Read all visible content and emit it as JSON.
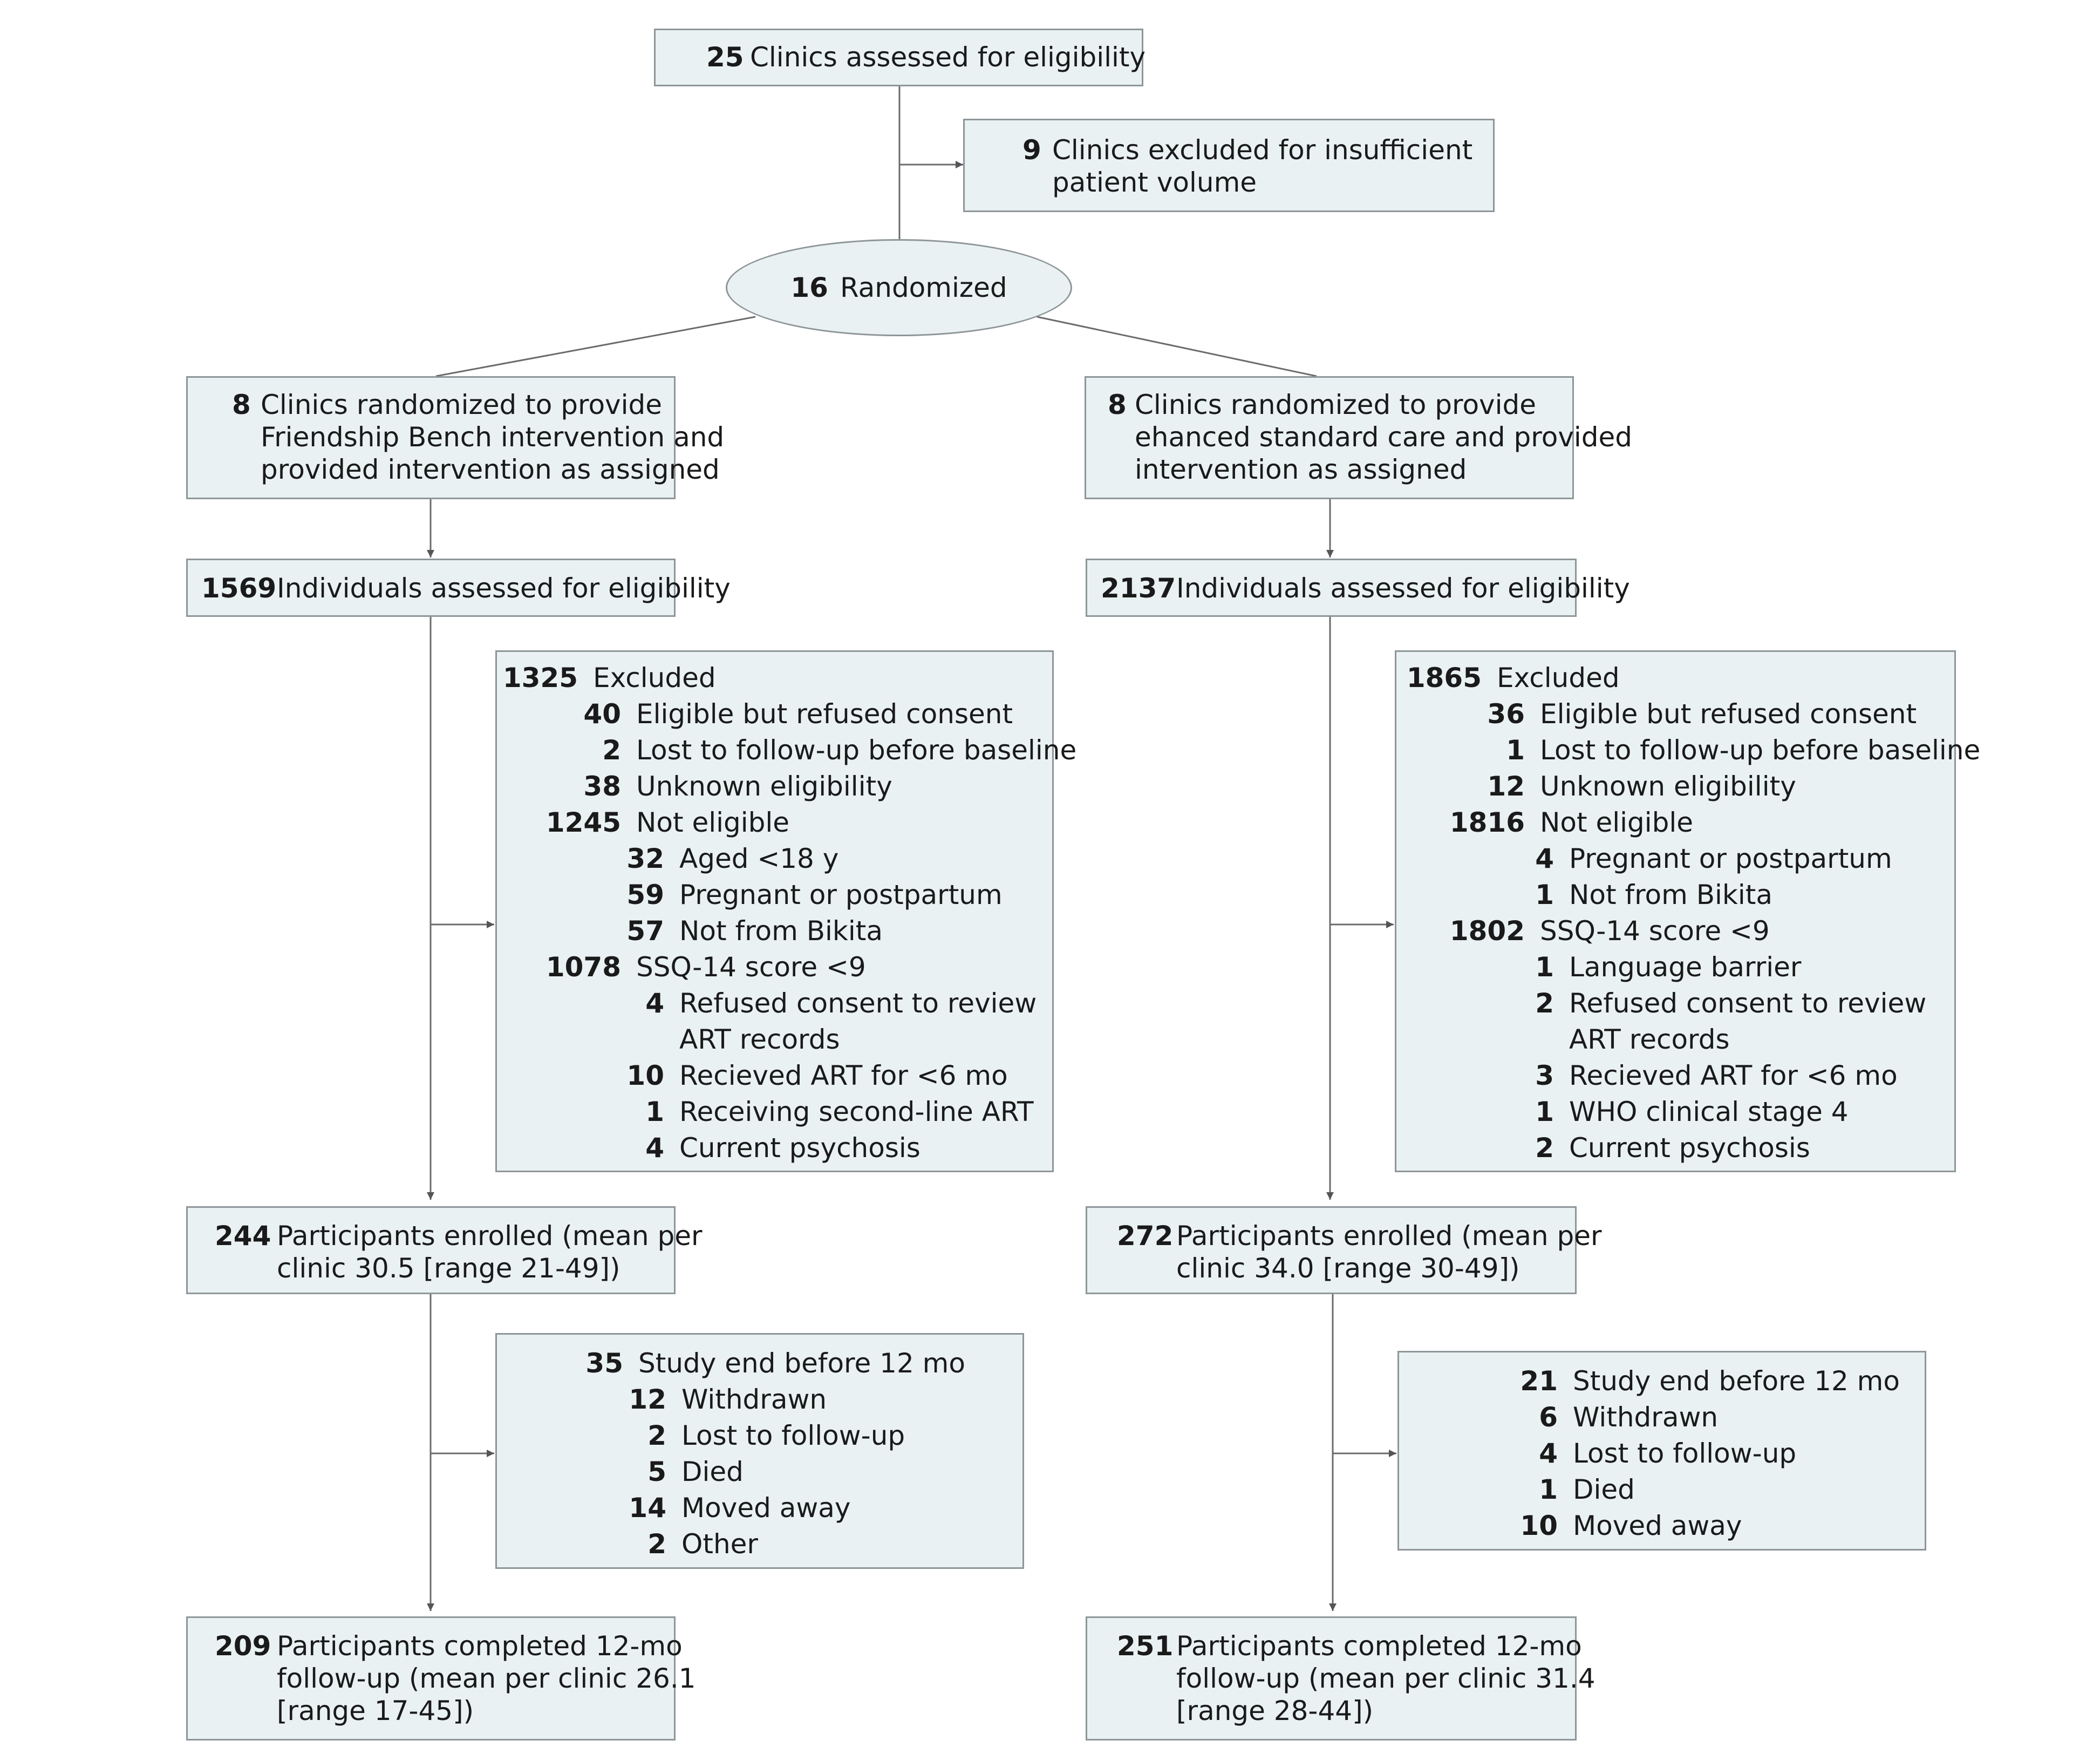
{
  "nodes": {
    "assessed": {
      "n": "25",
      "lines": [
        "Clinics assessed for eligibility"
      ]
    },
    "excluded": {
      "n": "9",
      "lines": [
        "Clinics excluded for insufficient",
        "patient volume"
      ]
    },
    "randomized": {
      "n": "16",
      "label": "Randomized"
    },
    "fb_arm": {
      "n": "8",
      "lines": [
        "Clinics randomized to provide",
        "Friendship Bench intervention and",
        "provided intervention as assigned"
      ]
    },
    "sc_arm": {
      "n": "8",
      "lines": [
        "Clinics randomized to provide",
        "ehanced standard care and provided",
        "intervention as assigned"
      ]
    },
    "fb_individuals": {
      "n": "1569",
      "lines": [
        "Individuals assessed for eligibility"
      ]
    },
    "sc_individuals": {
      "n": "2137",
      "lines": [
        "Individuals assessed for eligibility"
      ]
    },
    "fb_enrolled": {
      "n": "244",
      "lines": [
        "Participants enrolled (mean per",
        "clinic 30.5 [range 21-49])"
      ]
    },
    "sc_enrolled": {
      "n": "272",
      "lines": [
        "Participants enrolled (mean per",
        "clinic 34.0 [range 30-49])"
      ]
    },
    "fb_completed": {
      "n": "209",
      "lines": [
        "Participants completed 12-mo",
        "follow-up (mean per clinic 26.1",
        "[range 17-45])"
      ]
    },
    "sc_completed": {
      "n": "251",
      "lines": [
        "Participants completed 12-mo",
        "follow-up (mean per clinic 31.4",
        "[range 28-44])"
      ]
    }
  },
  "fb_exclusions": [
    {
      "n": "1325",
      "lines": [
        "Excluded"
      ],
      "level": 0
    },
    {
      "n": "40",
      "lines": [
        "Eligible but refused consent"
      ],
      "level": 1
    },
    {
      "n": "2",
      "lines": [
        "Lost to follow-up before baseline"
      ],
      "level": 1
    },
    {
      "n": "38",
      "lines": [
        "Unknown eligibility"
      ],
      "level": 1
    },
    {
      "n": "1245",
      "lines": [
        "Not eligible"
      ],
      "level": 1
    },
    {
      "n": "32",
      "lines": [
        "Aged <18 y"
      ],
      "level": 2
    },
    {
      "n": "59",
      "lines": [
        "Pregnant or postpartum"
      ],
      "level": 2
    },
    {
      "n": "57",
      "lines": [
        "Not from Bikita"
      ],
      "level": 2
    },
    {
      "n": "1078",
      "lines": [
        "SSQ-14 score <9"
      ],
      "level": 1
    },
    {
      "n": "4",
      "lines": [
        "Refused consent to review",
        "ART records"
      ],
      "level": 2
    },
    {
      "n": "10",
      "lines": [
        "Recieved ART for <6 mo"
      ],
      "level": 2
    },
    {
      "n": "1",
      "lines": [
        "Receiving second-line ART"
      ],
      "level": 2
    },
    {
      "n": "4",
      "lines": [
        "Current psychosis"
      ],
      "level": 2
    }
  ],
  "sc_exclusions": [
    {
      "n": "1865",
      "lines": [
        "Excluded"
      ],
      "level": 0
    },
    {
      "n": "36",
      "lines": [
        "Eligible but refused consent"
      ],
      "level": 1
    },
    {
      "n": "1",
      "lines": [
        "Lost to follow-up before baseline"
      ],
      "level": 1
    },
    {
      "n": "12",
      "lines": [
        "Unknown eligibility"
      ],
      "level": 1
    },
    {
      "n": "1816",
      "lines": [
        "Not eligible"
      ],
      "level": 1
    },
    {
      "n": "4",
      "lines": [
        "Pregnant or postpartum"
      ],
      "level": 2
    },
    {
      "n": "1",
      "lines": [
        "Not from Bikita"
      ],
      "level": 2
    },
    {
      "n": "1802",
      "lines": [
        "SSQ-14 score <9"
      ],
      "level": 1
    },
    {
      "n": "1",
      "lines": [
        "Language barrier"
      ],
      "level": 2
    },
    {
      "n": "2",
      "lines": [
        "Refused consent to review",
        "ART records"
      ],
      "level": 2
    },
    {
      "n": "3",
      "lines": [
        "Recieved ART for <6 mo"
      ],
      "level": 2
    },
    {
      "n": "1",
      "lines": [
        "WHO clinical stage 4"
      ],
      "level": 2
    },
    {
      "n": "2",
      "lines": [
        "Current psychosis"
      ],
      "level": 2
    }
  ],
  "fb_followup": [
    {
      "n": "35",
      "lines": [
        "Study end before 12 mo"
      ],
      "level": 0
    },
    {
      "n": "12",
      "lines": [
        "Withdrawn"
      ],
      "level": 1
    },
    {
      "n": "2",
      "lines": [
        "Lost to follow-up"
      ],
      "level": 1
    },
    {
      "n": "5",
      "lines": [
        "Died"
      ],
      "level": 1
    },
    {
      "n": "14",
      "lines": [
        "Moved away"
      ],
      "level": 1
    },
    {
      "n": "2",
      "lines": [
        "Other"
      ],
      "level": 1
    }
  ],
  "sc_followup": [
    {
      "n": "21",
      "lines": [
        "Study end before 12 mo"
      ],
      "level": 0
    },
    {
      "n": "6",
      "lines": [
        "Withdrawn"
      ],
      "level": 1
    },
    {
      "n": "4",
      "lines": [
        "Lost to follow-up"
      ],
      "level": 1
    },
    {
      "n": "1",
      "lines": [
        "Died"
      ],
      "level": 1
    },
    {
      "n": "10",
      "lines": [
        "Moved away"
      ],
      "level": 1
    }
  ]
}
